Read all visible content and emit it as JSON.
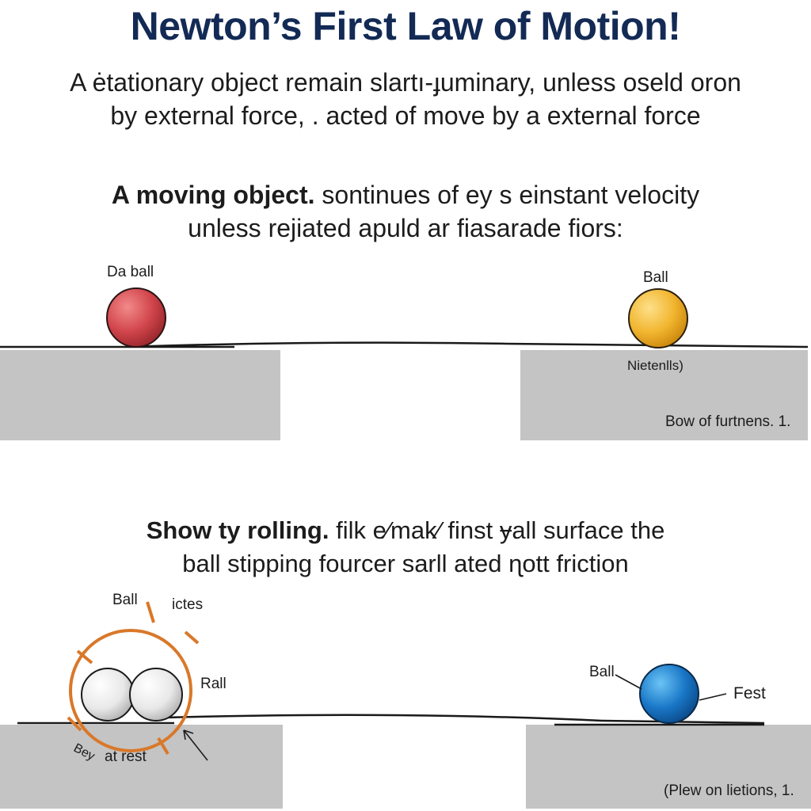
{
  "title": "Newton’s First Law of Motion!",
  "intro": {
    "line1": "A ėtationary object remain slartı-ɟuminary, unless oseld oron",
    "line2": "by external force, . acted of move by a external force"
  },
  "section1": {
    "line1_bold": "A moving object.",
    "line1_rest": " sontinues of ey s einstant velocity",
    "line2": "unless rejiated apuld ar fiasarade fiors:",
    "left_ball_label": "Da ball",
    "right_ball_label": "Ball",
    "right_block_label": "Nietenlls)",
    "right_block_caption": "Bow of furtnens. 1.",
    "colors": {
      "red_ball": "#d2464c",
      "yellow_ball": "#f2b630",
      "block": "#c4c4c4"
    }
  },
  "section2": {
    "line1_bold": "Show ty rolling.",
    "line1_rest": " filk e⁄mak⁄ finst ɏall surface the",
    "line2": "ball stipping fourcer sarll ated ɳott friction",
    "ball_label_top": "Ball",
    "ictes_label": "ictes",
    "rall_label": "Rall",
    "rest_prefix": "Bey",
    "rest_label": "at rest",
    "right_ball_label": "Ball",
    "right_fest_label": "Fest",
    "right_block_caption": "(Plew on lietions, 1.",
    "colors": {
      "orange_ring": "#d9782a",
      "white_ball": "#e8e8e8",
      "blue_ball": "#1a78c8",
      "block": "#c4c4c4"
    }
  }
}
